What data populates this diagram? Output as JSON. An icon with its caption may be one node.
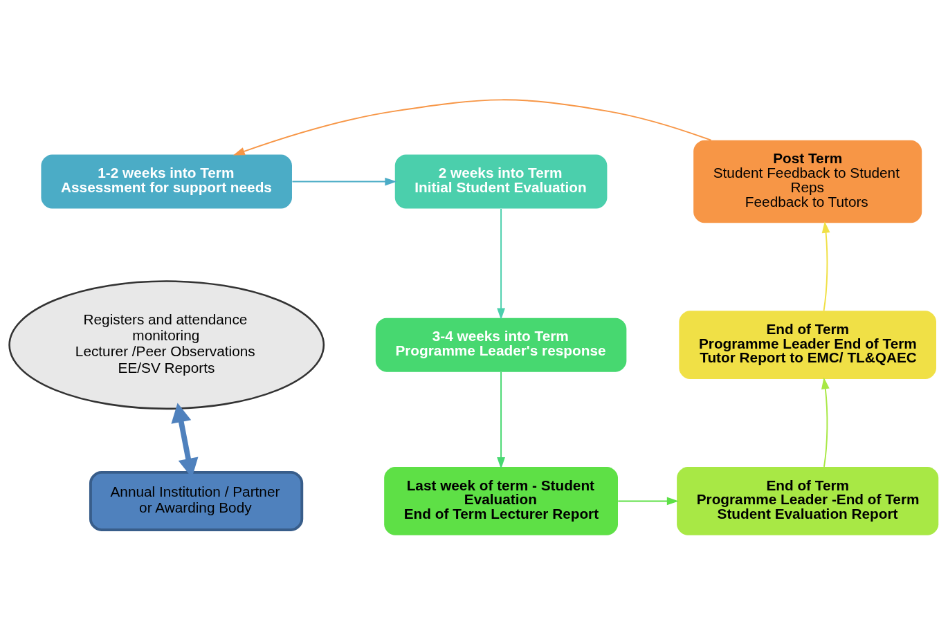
{
  "diagram": {
    "nodes": [
      {
        "text": [
          "1-2 weeks into Term",
          "Assessment for support needs"
        ]
      },
      {
        "text": [
          "2 weeks into Term",
          "Initial Student Evaluation"
        ]
      },
      {
        "text": [
          "3-4 weeks into Term",
          "Programme Leader's response"
        ]
      },
      {
        "text": [
          "Last week of term - Student Evaluation",
          "End of Term Lecturer Report"
        ]
      },
      {
        "text": [
          "End of Term",
          "Programme Leader -End of Term Student Evaluation Report"
        ]
      },
      {
        "text": [
          "End of Term",
          "Programme Leader End of Term Tutor Report to EMC/ TL&QAEC"
        ]
      },
      {
        "text": [
          "Post Term",
          "Student Feedback to Student Reps",
          "Feedback to Tutors"
        ]
      },
      {
        "text": [
          "Registers and attendance monitoring",
          "Lecturer /Peer Observations",
          "EE/SV Reports"
        ]
      },
      {
        "text": [
          "Annual Institution / Partner or Awarding Body"
        ]
      }
    ],
    "edges": [
      {
        "from": 6,
        "to": 0,
        "arrow": "to",
        "color": "#f79646"
      },
      {
        "from": 0,
        "to": 1,
        "arrow": "to",
        "color": "#4bacc6"
      },
      {
        "from": 1,
        "to": 2,
        "arrow": "to",
        "color": "#4bcfac"
      },
      {
        "from": 2,
        "to": 3,
        "arrow": "to",
        "color": "#47d870"
      },
      {
        "from": 3,
        "to": 4,
        "arrow": "to",
        "color": "#5ee046"
      },
      {
        "from": 4,
        "to": 5,
        "arrow": "to",
        "color": "#a8e845"
      },
      {
        "from": 5,
        "to": 6,
        "arrow": "to",
        "color": "#f0e046"
      },
      {
        "from": 8,
        "to": 7,
        "arrow": "both",
        "style": "thick",
        "color": "#4f81bd"
      }
    ]
  }
}
